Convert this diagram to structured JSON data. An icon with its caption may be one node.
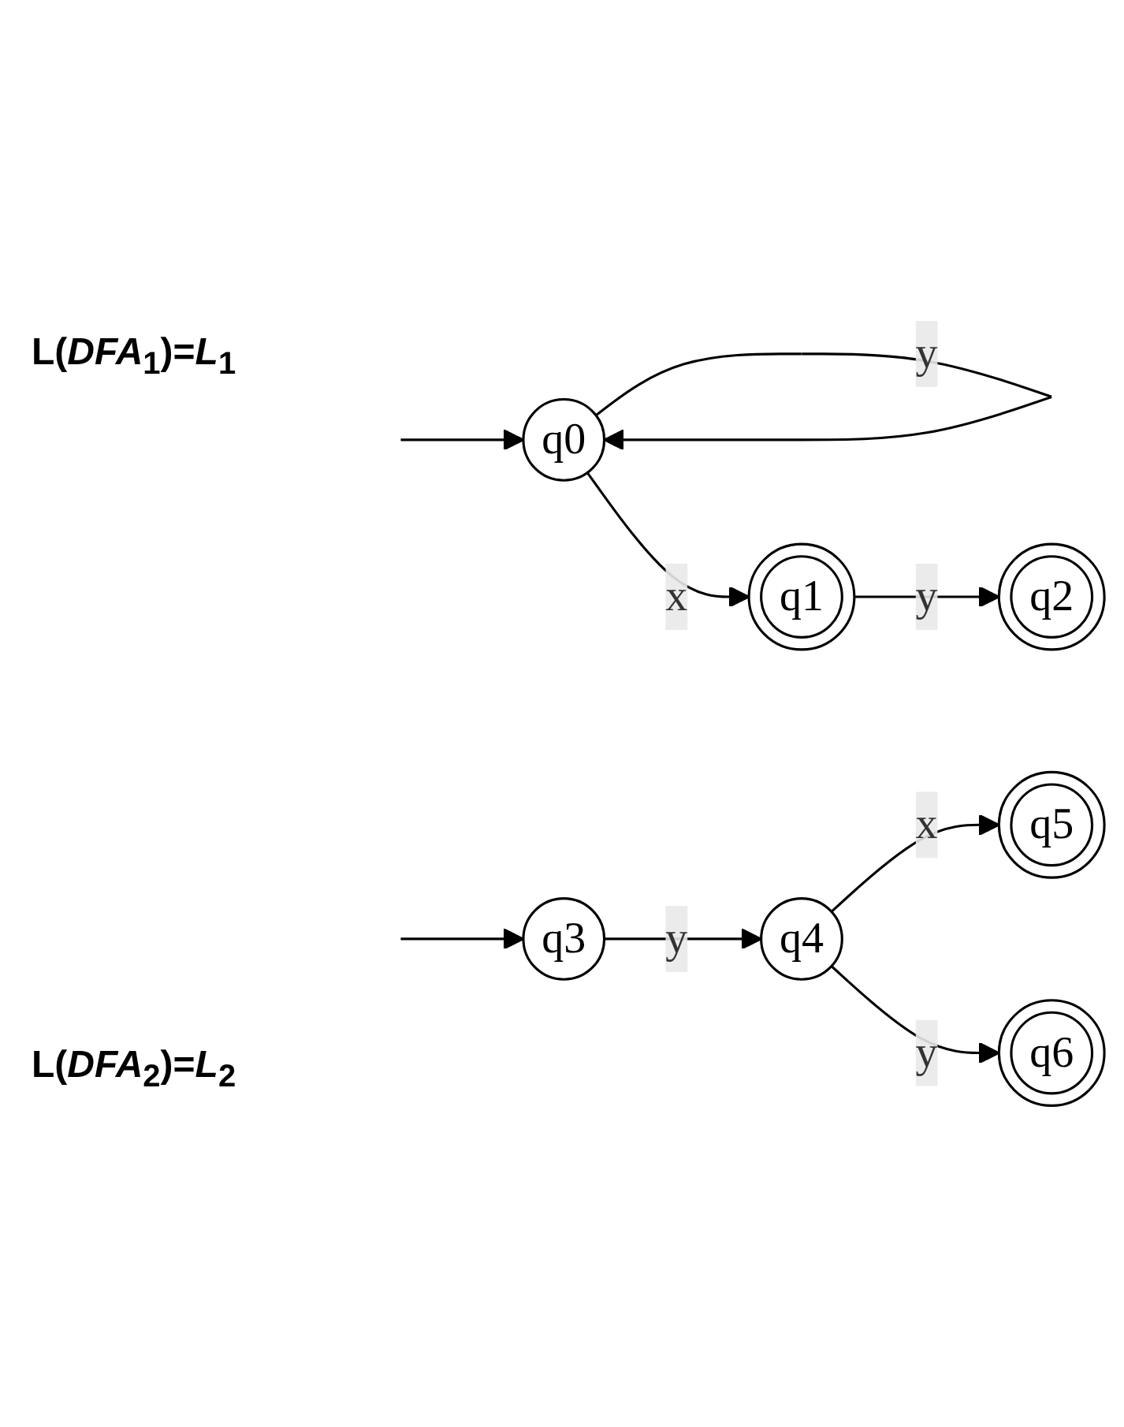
{
  "diagram": {
    "nodes": [
      {
        "text": [
          "q0"
        ]
      },
      {
        "text": [
          "q1"
        ]
      },
      {
        "text": [
          "q2"
        ]
      },
      {
        "text": [
          "q3"
        ]
      },
      {
        "text": [
          "q4"
        ]
      },
      {
        "text": [
          "q5"
        ]
      },
      {
        "text": [
          "q6"
        ]
      }
    ],
    "edges": [
      {
        "from": null,
        "to": 0,
        "arrow": "to"
      },
      {
        "from": 0,
        "to": 0,
        "label": "y",
        "arrow": "to"
      },
      {
        "from": 0,
        "to": 1,
        "label": "x",
        "arrow": "to"
      },
      {
        "from": 1,
        "to": 2,
        "label": "y",
        "arrow": "to"
      },
      {
        "from": null,
        "to": 3,
        "arrow": "to"
      },
      {
        "from": 3,
        "to": 4,
        "label": "y",
        "arrow": "to"
      },
      {
        "from": 4,
        "to": 5,
        "label": "x",
        "arrow": "to"
      },
      {
        "from": 4,
        "to": 6,
        "label": "y",
        "arrow": "to"
      }
    ],
    "labels": [
      "L(*DFA*$_{1}$)=*L*$_{1}$",
      "L(*DFA*$_{2}$)=*L*$_{2}$"
    ]
  }
}
